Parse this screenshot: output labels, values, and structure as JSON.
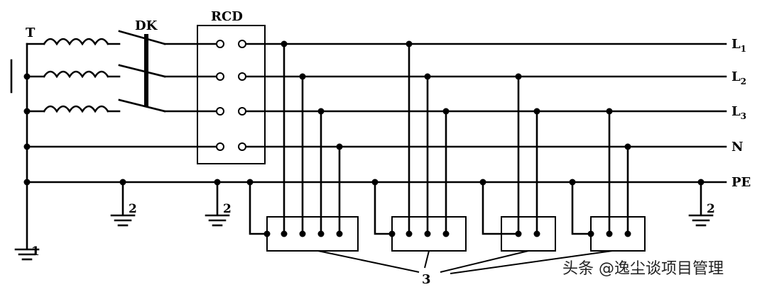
{
  "labels": {
    "transformer": "T",
    "breaker": "DK",
    "rcd": "RCD",
    "line1": "L",
    "line1_sub": "1",
    "line2": "L",
    "line2_sub": "2",
    "line3": "L",
    "line3_sub": "3",
    "neutral": "N",
    "protective_earth": "PE",
    "earth_source": "1",
    "earth_repeat_a": "2",
    "earth_repeat_b": "2",
    "earth_repeat_c": "2",
    "equipment": "3"
  },
  "watermark": "头条 @逸尘谈项目管理"
}
